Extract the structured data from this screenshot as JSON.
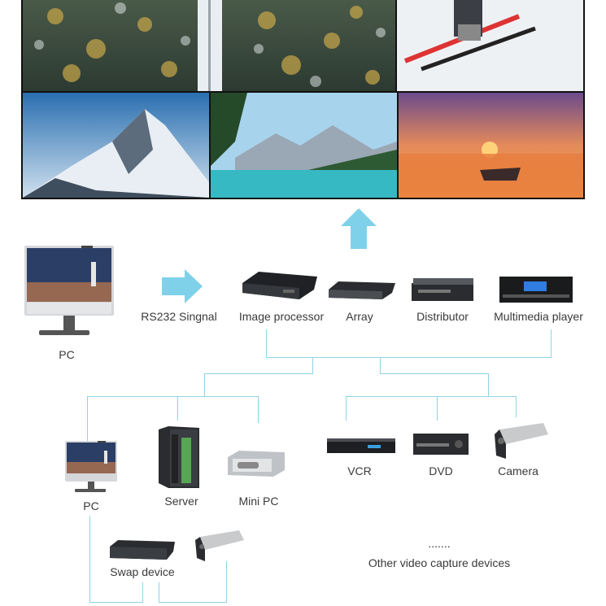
{
  "diagram": {
    "rs232_label": "RS232 Singnal",
    "pc_top_label": "PC",
    "processors": [
      {
        "label": "Image processor"
      },
      {
        "label": "Array"
      },
      {
        "label": "Distributor"
      },
      {
        "label": "Multimedia player"
      }
    ],
    "left_group": [
      {
        "label": "PC"
      },
      {
        "label": "Server"
      },
      {
        "label": "Mini PC"
      }
    ],
    "right_group": [
      {
        "label": "VCR"
      },
      {
        "label": "DVD"
      },
      {
        "label": "Camera"
      }
    ],
    "swap_label": "Swap device",
    "ellipsis": ".......",
    "other_label": "Other video capture devices"
  },
  "colors": {
    "accent": "#8fd3e6",
    "arrow": "#7fd1ea"
  }
}
